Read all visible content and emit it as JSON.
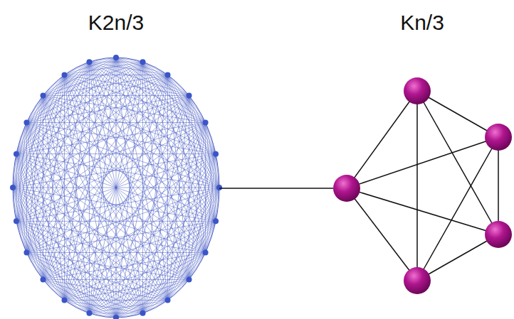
{
  "diagram": {
    "nodes": [
      {
        "text": [
          "K2n/3"
        ]
      },
      {
        "text": [
          "Kn/3"
        ]
      }
    ],
    "edges": [
      {
        "from": 0,
        "to": 1,
        "arrow": "none"
      }
    ]
  }
}
